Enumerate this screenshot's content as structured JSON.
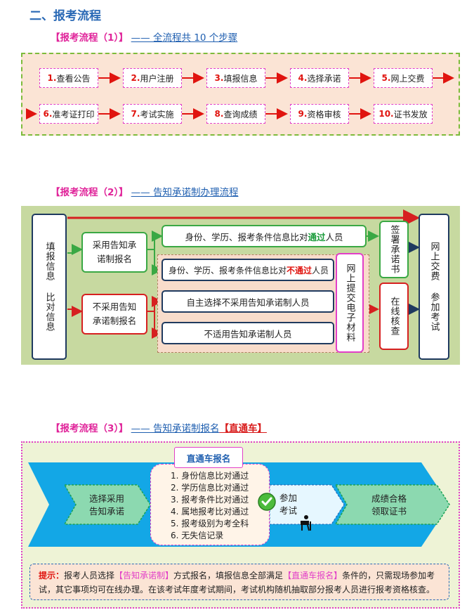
{
  "heading": "二、报考流程",
  "s1": {
    "bracket": "【报考流程（1）】",
    "link": "—— 全流程共 10 个步骤",
    "steps": [
      {
        "num": "1.",
        "label": "查看公告"
      },
      {
        "num": "2.",
        "label": "用户注册"
      },
      {
        "num": "3.",
        "label": "填报信息"
      },
      {
        "num": "4.",
        "label": "选择承诺"
      },
      {
        "num": "5.",
        "label": "网上交费"
      },
      {
        "num": "6.",
        "label": "准考证打印"
      },
      {
        "num": "7.",
        "label": "考试实施"
      },
      {
        "num": "8.",
        "label": "查询成绩"
      },
      {
        "num": "9.",
        "label": "资格审核"
      },
      {
        "num": "10.",
        "label": "证书发放"
      }
    ]
  },
  "s2": {
    "bracket": "【报考流程（2）】",
    "link": "—— 告知承诺制办理流程",
    "fill_info": "填报信息 比对信息",
    "adopt": "采用告知承诺制报名",
    "not_adopt": "不采用告知承诺制报名",
    "row1_pre": "身份、学历、报考条件信息比对",
    "row1_key": "通过",
    "row1_post": "人员",
    "row2_pre": "身份、学历、报考条件信息比对",
    "row2_key": "不通过",
    "row2_post": "人员",
    "row3": "自主选择不采用告知承诺制人员",
    "row4": "不适用告知承诺制人员",
    "submit": "网上提交电子材料",
    "sign": "签署承诺书",
    "online_check": "在线核查",
    "pay": "网上交费 参加考试"
  },
  "s3": {
    "bracket": "【报考流程（3）】",
    "link": "—— 告知承诺制报名",
    "link_red": "【直通车】",
    "tag": "直通车报名",
    "left_label_1": "选择采用",
    "left_label_2": "告知承诺",
    "conditions": [
      "1. 身份信息比对通过",
      "2. 学历信息比对通过",
      "3. 报考条件比对通过",
      "4. 属地报考比对通过",
      "5. 报考级别为考全科",
      "6. 无失信记录"
    ],
    "mid_label_1": "参加",
    "mid_label_2": "考试",
    "right_label_1": "成绩合格",
    "right_label_2": "领取证书",
    "note_key": "提示：",
    "note_a": "报考人员选择",
    "note_b": "【告知承诺制】",
    "note_c": "方式报名，填报信息全部满足",
    "note_d": "【直通车报名】",
    "note_e": "条件的，只需现场参加考试，其它事项均可在线办理。在该考试年度考试期间，考试机构随机抽取部分报考人员进行报考资格核查。"
  },
  "colors": {
    "accent_blue": "#2a69b5",
    "magenta": "#e23fc8",
    "red": "#e0140f",
    "green": "#3aa844",
    "navy": "#1f3a5f"
  }
}
